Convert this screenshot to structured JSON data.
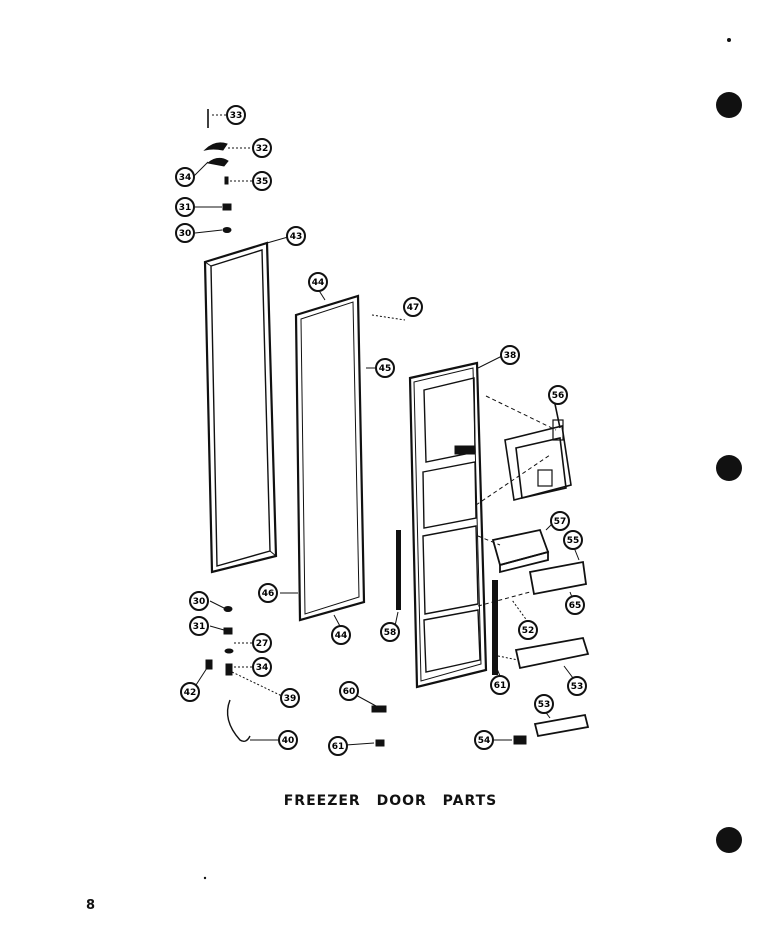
{
  "title": "FREEZER DOOR PARTS",
  "page_number": "8",
  "callouts": [
    "33",
    "32",
    "34",
    "35",
    "31",
    "30",
    "43",
    "44",
    "47",
    "45",
    "38",
    "56",
    "57",
    "55",
    "65",
    "46",
    "44",
    "58",
    "52",
    "61",
    "53",
    "30",
    "31",
    "27",
    "34",
    "42",
    "39",
    "60",
    "61",
    "40",
    "53",
    "54"
  ],
  "colors": {
    "ink": "#111111",
    "paper": "#ffffff"
  }
}
